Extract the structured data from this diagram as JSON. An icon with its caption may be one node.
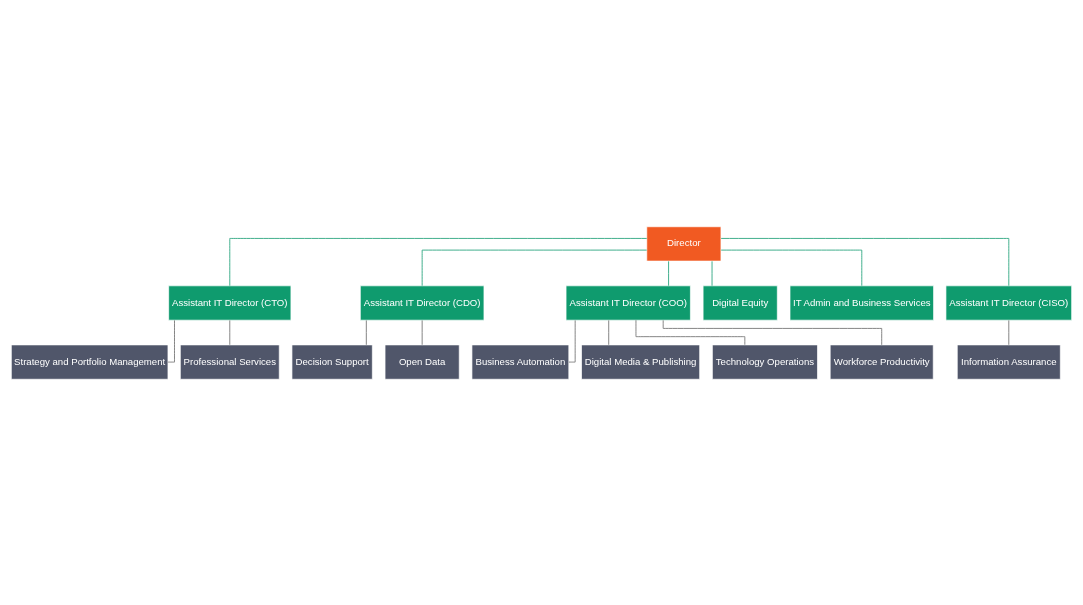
{
  "diagram": {
    "nodes": [
      {
        "text": [
          "Director"
        ]
      },
      {
        "text": [
          "Assistant IT Director (CTO)"
        ]
      },
      {
        "text": [
          "Assistant IT Director (CDO)"
        ]
      },
      {
        "text": [
          "Assistant IT Director (COO)"
        ]
      },
      {
        "text": [
          "Digital Equity"
        ]
      },
      {
        "text": [
          "IT Admin and Business Services"
        ]
      },
      {
        "text": [
          "Assistant IT Director (CISO)"
        ]
      },
      {
        "text": [
          "Strategy and Portfolio Management"
        ]
      },
      {
        "text": [
          "Decision Support"
        ]
      },
      {
        "text": [
          "Business Automation"
        ]
      },
      {
        "text": [
          "Information Assurance"
        ]
      },
      {
        "text": [
          "Professional Services"
        ]
      },
      {
        "text": [
          "Open Data"
        ]
      },
      {
        "text": [
          "Digital Media & Publishing"
        ]
      },
      {
        "text": [
          "Technology Operations"
        ]
      },
      {
        "text": [
          "Workforce Productivity"
        ]
      }
    ],
    "edges": [
      {
        "from": 0,
        "to": 1,
        "arrow": "none",
        "color": "#1a9e74"
      },
      {
        "from": 0,
        "to": 2,
        "arrow": "none",
        "color": "#1a9e74"
      },
      {
        "from": 0,
        "to": 3,
        "arrow": "none",
        "color": "#1a9e74"
      },
      {
        "from": 0,
        "to": 4,
        "arrow": "none",
        "color": "#1a9e74"
      },
      {
        "from": 0,
        "to": 5,
        "arrow": "none",
        "color": "#1a9e74"
      },
      {
        "from": 0,
        "to": 6,
        "arrow": "none",
        "color": "#1a9e74"
      },
      {
        "from": 1,
        "to": 7,
        "arrow": "none"
      },
      {
        "from": 1,
        "to": 11,
        "arrow": "none"
      },
      {
        "from": 2,
        "to": 8,
        "arrow": "none"
      },
      {
        "from": 2,
        "to": 12,
        "arrow": "none"
      },
      {
        "from": 3,
        "to": 9,
        "arrow": "none"
      },
      {
        "from": 3,
        "to": 13,
        "arrow": "none"
      },
      {
        "from": 3,
        "to": 14,
        "arrow": "none"
      },
      {
        "from": 3,
        "to": 15,
        "arrow": "none"
      },
      {
        "from": 6,
        "to": 10,
        "arrow": "none"
      }
    ]
  }
}
